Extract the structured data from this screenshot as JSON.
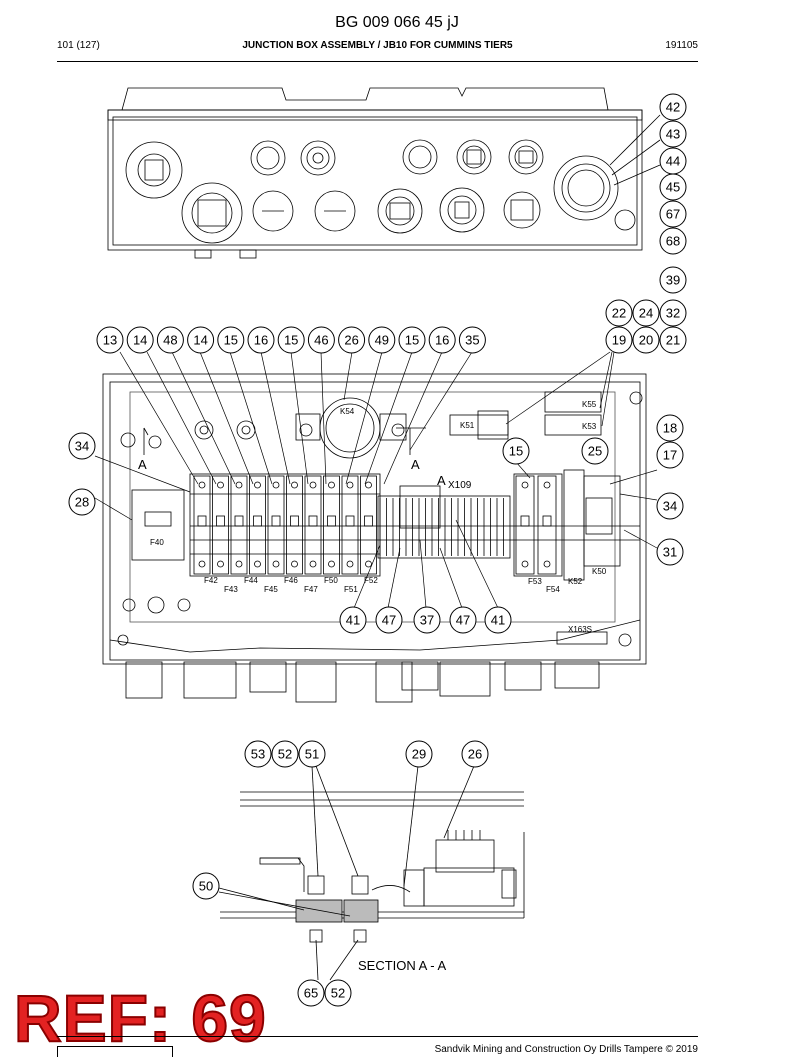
{
  "header": {
    "doc_number": "BG 009 066 45 jJ",
    "page": "101 (127)",
    "title": "JUNCTION BOX ASSEMBLY / JB10 FOR CUMMINS TIER5",
    "date": "191105"
  },
  "top_view": {
    "callouts": [
      "42",
      "43",
      "44",
      "45",
      "67",
      "68",
      "39"
    ]
  },
  "main_view": {
    "callouts_top": [
      "13",
      "14",
      "48",
      "14",
      "15",
      "16",
      "15",
      "46",
      "26",
      "49",
      "15",
      "16",
      "35"
    ],
    "callouts_top_right_row1": [
      "22",
      "24",
      "32"
    ],
    "callouts_top_right_row2": [
      "19",
      "20",
      "21"
    ],
    "callouts_left": [
      "34",
      "28"
    ],
    "callouts_right": [
      "18",
      "17",
      "34",
      "31"
    ],
    "callouts_inner": [
      "15",
      "25"
    ],
    "callouts_bottom": [
      "41",
      "47",
      "37",
      "47",
      "41"
    ],
    "component_labels": {
      "k54": "K54",
      "k51": "K51",
      "k55": "K55",
      "k53": "K53",
      "x109": "X109",
      "f40": "F40",
      "x163s": "X163S",
      "k50": "K50",
      "k52": "K52",
      "f53": "F53",
      "f54": "F54",
      "section_a_left": "A",
      "section_a_right": "A",
      "section_a_top": "A",
      "fuses_row1": [
        "F42",
        "F44",
        "F46",
        "F50",
        "F52"
      ],
      "fuses_row2": [
        "F43",
        "F45",
        "F47",
        "F51"
      ]
    }
  },
  "section_view": {
    "callouts_top": [
      "53",
      "52",
      "51",
      "29",
      "26"
    ],
    "callout_left": "50",
    "callouts_bottom": [
      "65",
      "52"
    ],
    "caption": "SECTION A - A"
  },
  "ref_label": "REF: 69",
  "footer": {
    "copyright": "Sandvik Mining and Construction Oy Drills Tampere © 2019"
  }
}
